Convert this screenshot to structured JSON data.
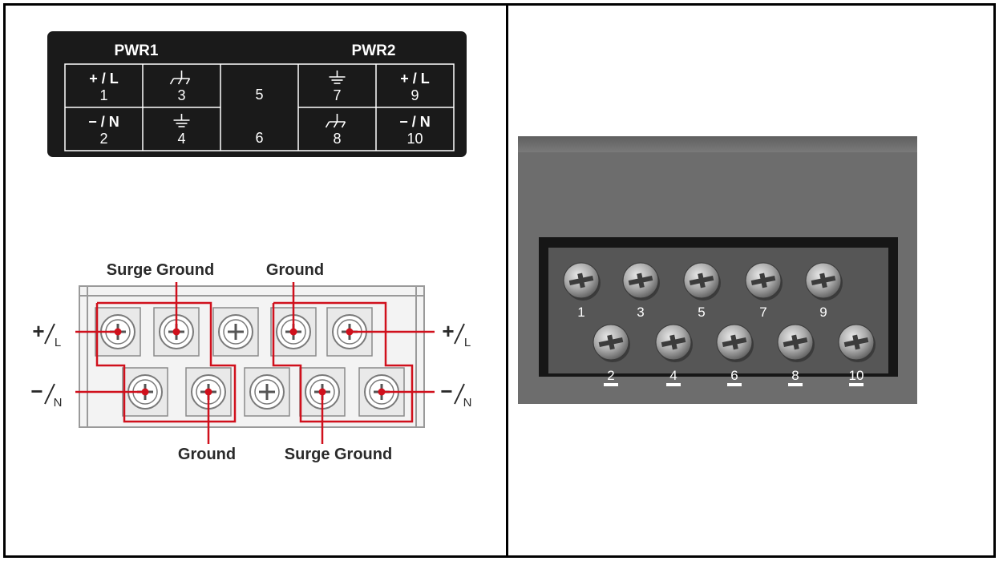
{
  "label_panel": {
    "pwr1": "PWR1",
    "pwr2": "PWR2",
    "cells": [
      {
        "symbol": "+ / L",
        "num": "1",
        "sym_type": "plusL"
      },
      {
        "symbol": "",
        "num": "3",
        "sym_type": "frame-ground"
      },
      {
        "symbol": "",
        "num": "5",
        "sym_type": "none"
      },
      {
        "symbol": "",
        "num": "7",
        "sym_type": "earth-ground"
      },
      {
        "symbol": "+ / L",
        "num": "9",
        "sym_type": "plusL"
      },
      {
        "symbol": "− / N",
        "num": "2",
        "sym_type": "minusN"
      },
      {
        "symbol": "",
        "num": "4",
        "sym_type": "earth-ground"
      },
      {
        "symbol": "",
        "num": "6",
        "sym_type": "none"
      },
      {
        "symbol": "",
        "num": "8",
        "sym_type": "frame-ground"
      },
      {
        "symbol": "− / N",
        "num": "10",
        "sym_type": "minusN"
      }
    ]
  },
  "wiring": {
    "top_labels": [
      "Surge Ground",
      "Ground"
    ],
    "bottom_labels": [
      "Ground",
      "Surge Ground"
    ],
    "side_top": {
      "sign": "+",
      "letter": "L"
    },
    "side_bottom": {
      "sign": "−",
      "letter": "N"
    },
    "accent_color": "#d0101c"
  },
  "photo": {
    "top_row": [
      "1",
      "3",
      "5",
      "7",
      "9"
    ],
    "bottom_row": [
      "2",
      "4",
      "6",
      "8",
      "10"
    ]
  }
}
